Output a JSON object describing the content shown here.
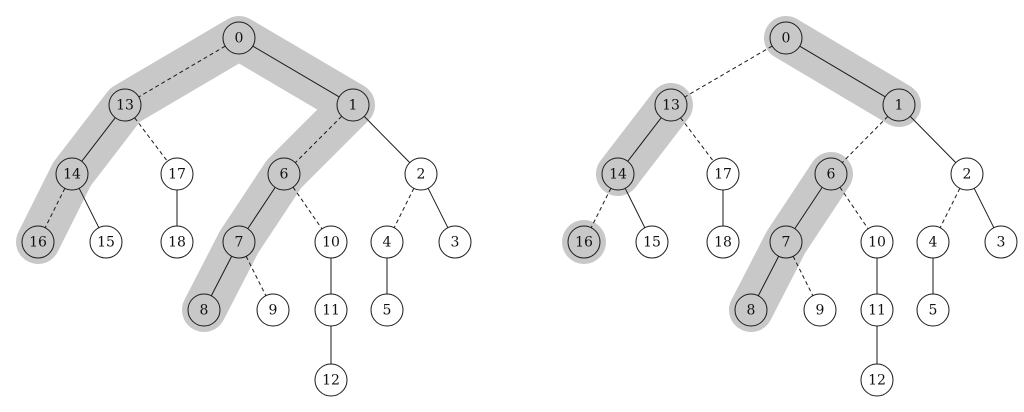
{
  "colors": {
    "highlight": "#c8c8c8",
    "stroke": "#1a1a1a",
    "node_fill": "#ffffff"
  },
  "diagrams": [
    {
      "id": "left",
      "nodes": [
        "0",
        "1",
        "2",
        "3",
        "4",
        "5",
        "6",
        "7",
        "8",
        "9",
        "10",
        "11",
        "12",
        "13",
        "14",
        "15",
        "16",
        "17",
        "18"
      ],
      "edges": [
        {
          "from": "0",
          "to": "13",
          "style": "dashed"
        },
        {
          "from": "0",
          "to": "1",
          "style": "solid"
        },
        {
          "from": "13",
          "to": "14",
          "style": "solid"
        },
        {
          "from": "13",
          "to": "17",
          "style": "dashed"
        },
        {
          "from": "14",
          "to": "16",
          "style": "dashed"
        },
        {
          "from": "14",
          "to": "15",
          "style": "solid"
        },
        {
          "from": "17",
          "to": "18",
          "style": "solid"
        },
        {
          "from": "1",
          "to": "6",
          "style": "dashed"
        },
        {
          "from": "1",
          "to": "2",
          "style": "solid"
        },
        {
          "from": "6",
          "to": "7",
          "style": "solid"
        },
        {
          "from": "6",
          "to": "10",
          "style": "dashed"
        },
        {
          "from": "7",
          "to": "8",
          "style": "solid"
        },
        {
          "from": "7",
          "to": "9",
          "style": "dashed"
        },
        {
          "from": "10",
          "to": "11",
          "style": "solid"
        },
        {
          "from": "11",
          "to": "12",
          "style": "solid"
        },
        {
          "from": "2",
          "to": "4",
          "style": "dashed"
        },
        {
          "from": "2",
          "to": "3",
          "style": "solid"
        },
        {
          "from": "4",
          "to": "5",
          "style": "solid"
        }
      ],
      "highlight_paths": [
        [
          "16",
          "14",
          "13",
          "0",
          "1",
          "6",
          "7",
          "8"
        ]
      ]
    },
    {
      "id": "right",
      "nodes": [
        "0",
        "1",
        "2",
        "3",
        "4",
        "5",
        "6",
        "7",
        "8",
        "9",
        "10",
        "11",
        "12",
        "13",
        "14",
        "15",
        "16",
        "17",
        "18"
      ],
      "edges": [
        {
          "from": "0",
          "to": "13",
          "style": "dashed"
        },
        {
          "from": "0",
          "to": "1",
          "style": "solid"
        },
        {
          "from": "13",
          "to": "14",
          "style": "solid"
        },
        {
          "from": "13",
          "to": "17",
          "style": "dashed"
        },
        {
          "from": "14",
          "to": "16",
          "style": "dashed"
        },
        {
          "from": "14",
          "to": "15",
          "style": "solid"
        },
        {
          "from": "17",
          "to": "18",
          "style": "solid"
        },
        {
          "from": "1",
          "to": "6",
          "style": "dashed"
        },
        {
          "from": "1",
          "to": "2",
          "style": "solid"
        },
        {
          "from": "6",
          "to": "7",
          "style": "solid"
        },
        {
          "from": "6",
          "to": "10",
          "style": "dashed"
        },
        {
          "from": "7",
          "to": "8",
          "style": "solid"
        },
        {
          "from": "7",
          "to": "9",
          "style": "dashed"
        },
        {
          "from": "10",
          "to": "11",
          "style": "solid"
        },
        {
          "from": "11",
          "to": "12",
          "style": "solid"
        },
        {
          "from": "2",
          "to": "4",
          "style": "dashed"
        },
        {
          "from": "2",
          "to": "3",
          "style": "solid"
        },
        {
          "from": "4",
          "to": "5",
          "style": "solid"
        }
      ],
      "highlight_paths": [
        [
          "0",
          "1"
        ],
        [
          "13",
          "14"
        ],
        [
          "16"
        ],
        [
          "6",
          "7",
          "8"
        ]
      ]
    }
  ]
}
